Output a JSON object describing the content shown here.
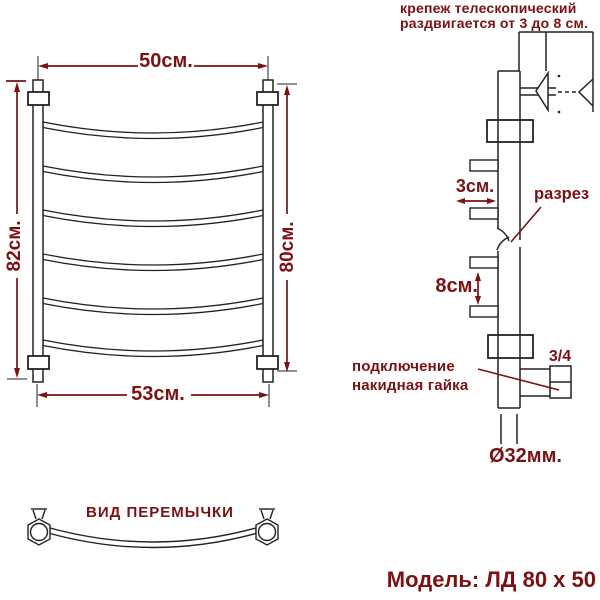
{
  "colors": {
    "accent_red": "#7b1113",
    "line_black": "#222222",
    "background": "#ffffff"
  },
  "top_note": {
    "line1": "крепеж телескопический",
    "line2": "раздвигается от 3 до 8 см."
  },
  "front_view": {
    "top_width": "50см.",
    "left_height": "82см.",
    "right_height": "80см.",
    "bottom_width": "53см.",
    "bar_count": 6
  },
  "side_view": {
    "stub_depth": "3см.",
    "bar_gap": "8см.",
    "section_label": "разрез",
    "connection_line1": "подключение",
    "connection_line2": "накидная гайка",
    "thread": "3/4",
    "diameter": "Ø32мм."
  },
  "crossbar_view": {
    "title": "ВИД ПЕРЕМЫЧКИ"
  },
  "model": "Модель: ЛД 80 x 50"
}
